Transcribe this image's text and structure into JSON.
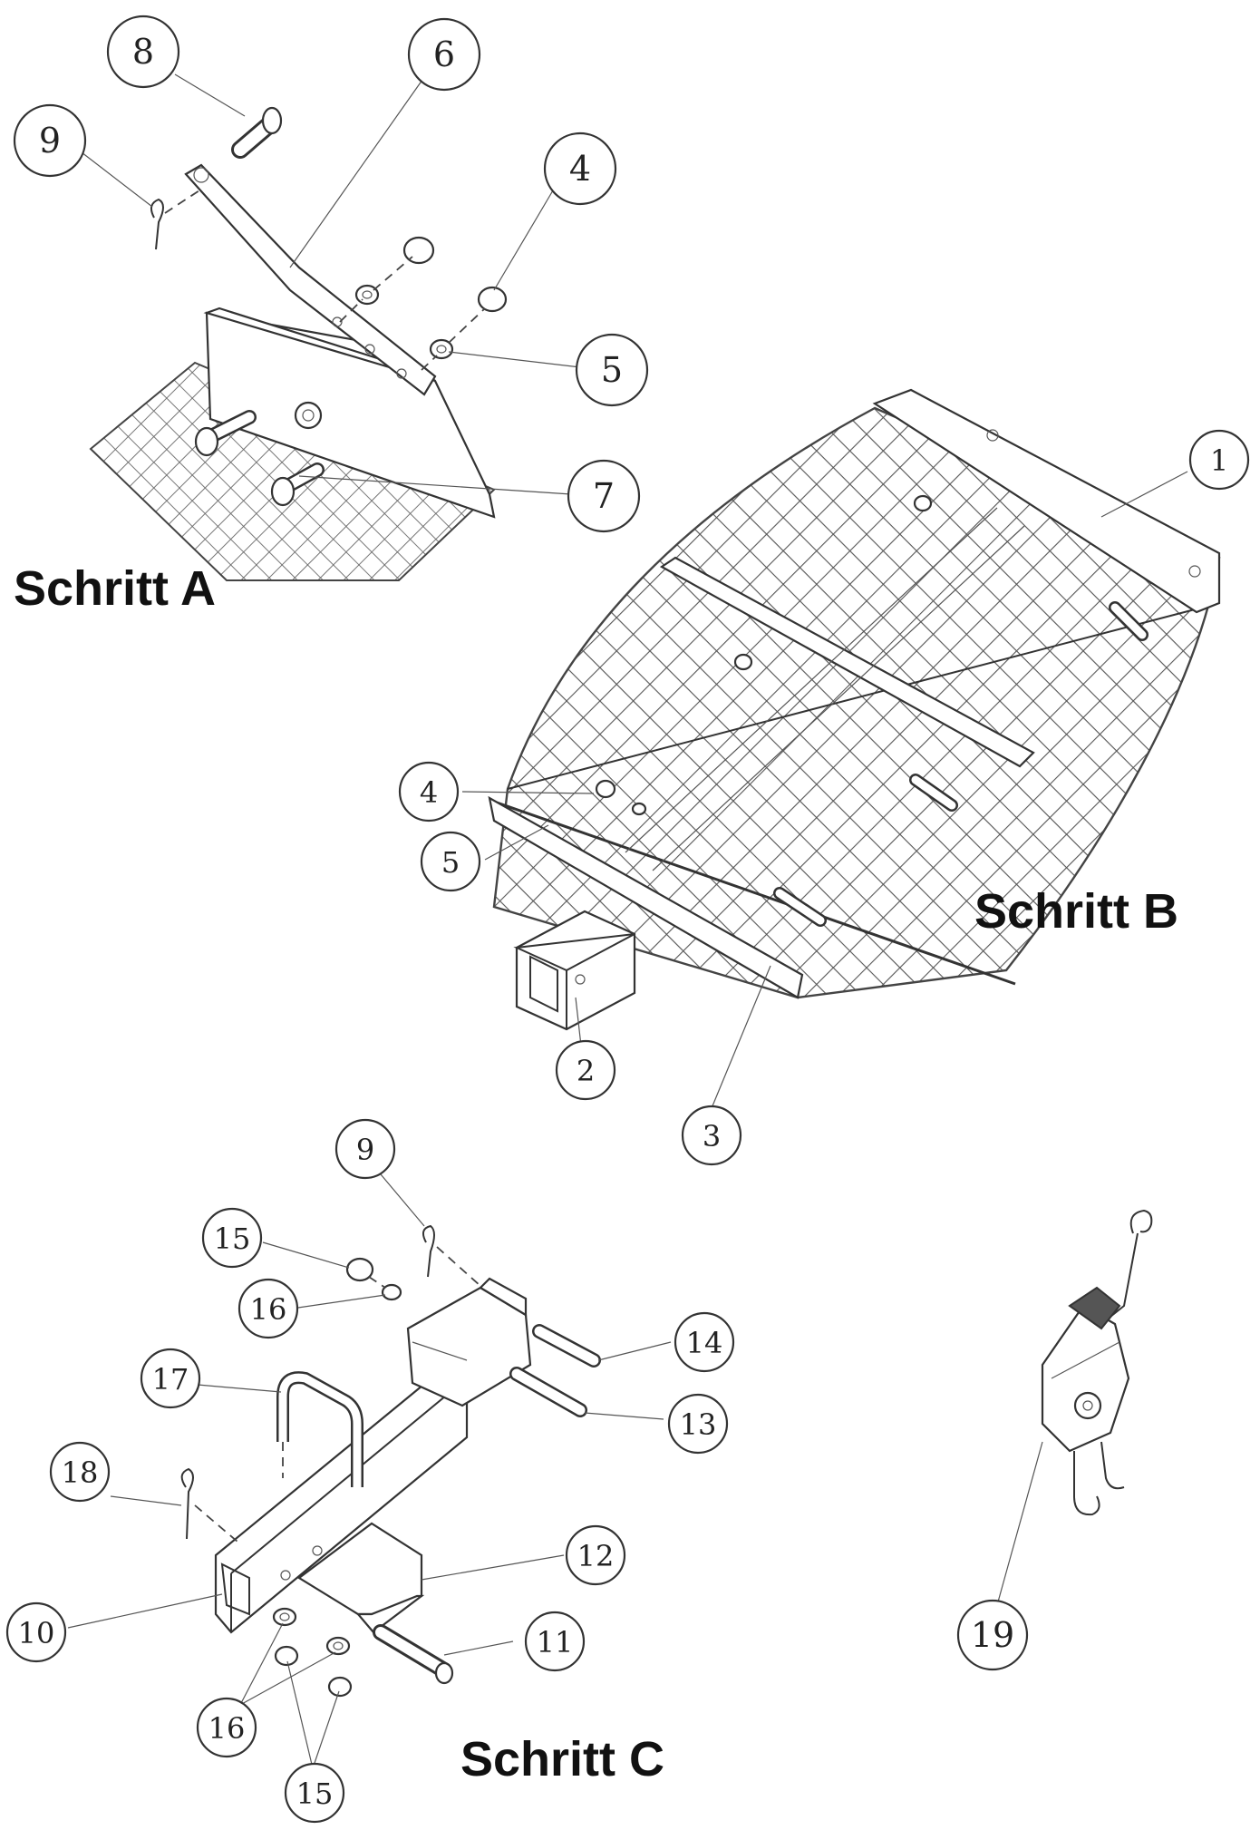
{
  "steps": {
    "a": "Schritt  A",
    "b": "Schritt  B",
    "c": "Schritt  C"
  },
  "callouts": {
    "a_8": "8",
    "a_6": "6",
    "a_9": "9",
    "a_4": "4",
    "a_5": "5",
    "a_7": "7",
    "b_1": "1",
    "b_4": "4",
    "b_5": "5",
    "b_2": "2",
    "b_3": "3",
    "c_9": "9",
    "c_15a": "15",
    "c_16a": "16",
    "c_14": "14",
    "c_17": "17",
    "c_13": "13",
    "c_18": "18",
    "c_12": "12",
    "c_10": "10",
    "c_11": "11",
    "c_16b": "16",
    "c_15b": "15",
    "c_19": "19"
  }
}
